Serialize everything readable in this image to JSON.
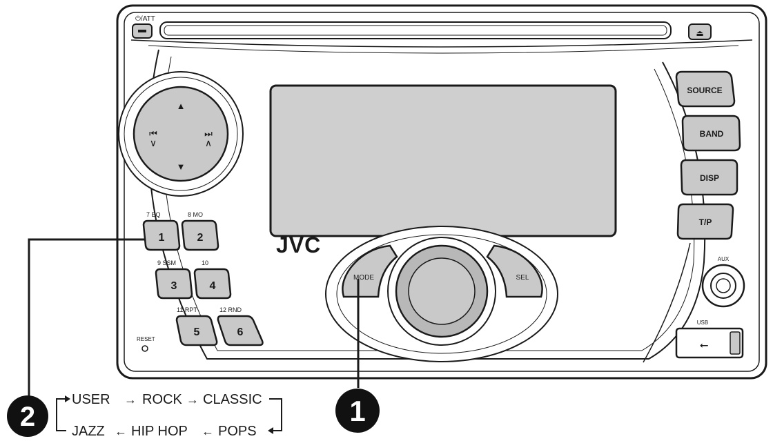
{
  "unit": {
    "brand": "JVC",
    "power_label": "⏻/ATT",
    "eject_glyph": "⏏",
    "reset_label": "RESET",
    "aux_label": "AUX",
    "usb_label": "USB",
    "usb_glyph": "⭠",
    "right_buttons": {
      "source": "SOURCE",
      "band": "BAND",
      "disp": "DISP",
      "tp": "T/P"
    },
    "mode_label": "MODE",
    "sel_label": "SEL",
    "dpad": {
      "up": "▲",
      "down": "▼",
      "prev": "⏮",
      "next": "⏭",
      "prev_sub": "∨",
      "next_sub": "∧"
    },
    "presets": [
      {
        "number": "1",
        "caption": "7  EQ"
      },
      {
        "number": "2",
        "caption": "8  MO"
      },
      {
        "number": "3",
        "caption": "9  SSM"
      },
      {
        "number": "4",
        "caption": "10"
      },
      {
        "number": "5",
        "caption": "11  RPT"
      },
      {
        "number": "6",
        "caption": "12  RND"
      }
    ]
  },
  "callouts": {
    "one": "1",
    "two": "2"
  },
  "eq_cycle": {
    "row1": [
      "USER",
      "ROCK",
      "CLASSIC"
    ],
    "row2": [
      "JAZZ",
      "HIP HOP",
      "POPS"
    ],
    "arrow_right": "→",
    "arrow_left": "←"
  },
  "colors": {
    "button_fill": "#c9c9c9",
    "knob_fill": "#b8b8b8",
    "display_fill": "#cfcfcf",
    "line": "#1a1a1a"
  }
}
